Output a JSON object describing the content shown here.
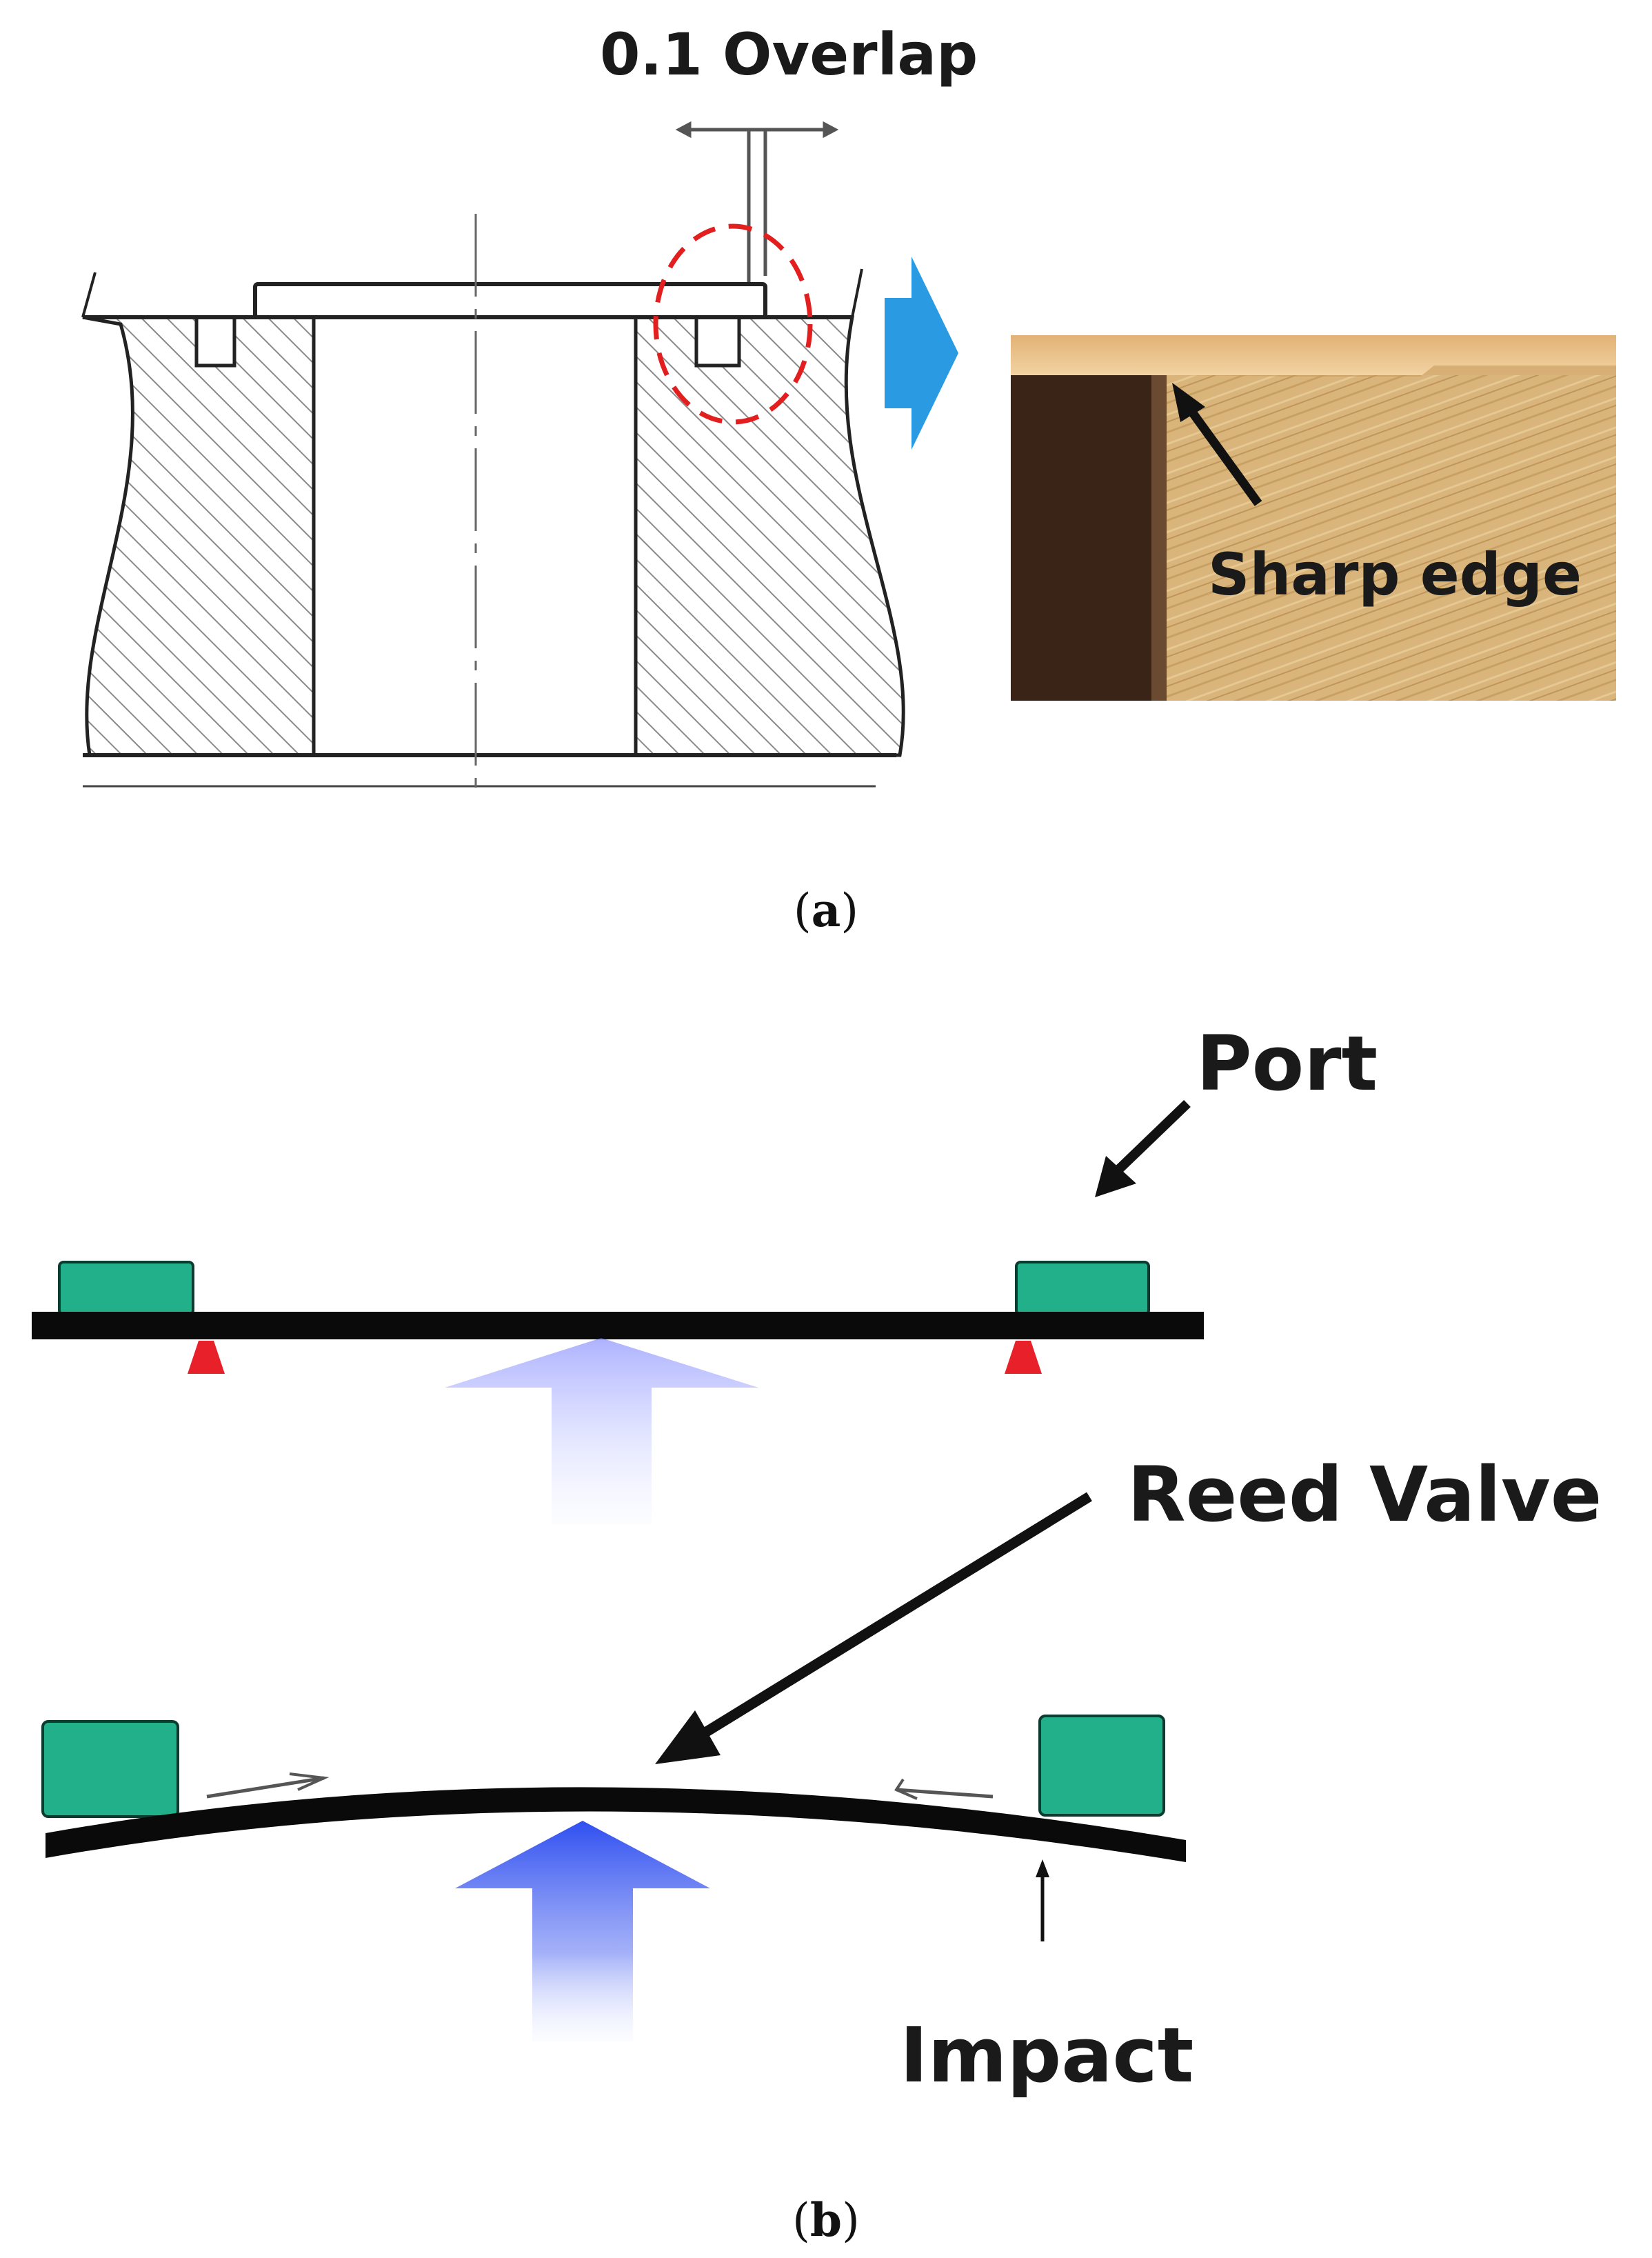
{
  "panel_a": {
    "overlap_label": "0.1 Overlap",
    "sharp_edge_label": "Sharp edge",
    "caption_letter": "a"
  },
  "panel_b": {
    "port_label": "Port",
    "reed_valve_label": "Reed Valve",
    "impact_label": "Impact",
    "caption_letter": "b"
  },
  "colors": {
    "port": "#22b08a",
    "flow_arrow": "#2f4ff0",
    "highlight_circle": "#e21e1e",
    "transition_arrow": "#2a9be3",
    "support": "#e8202a",
    "photo_bg": "#d7b27a"
  }
}
